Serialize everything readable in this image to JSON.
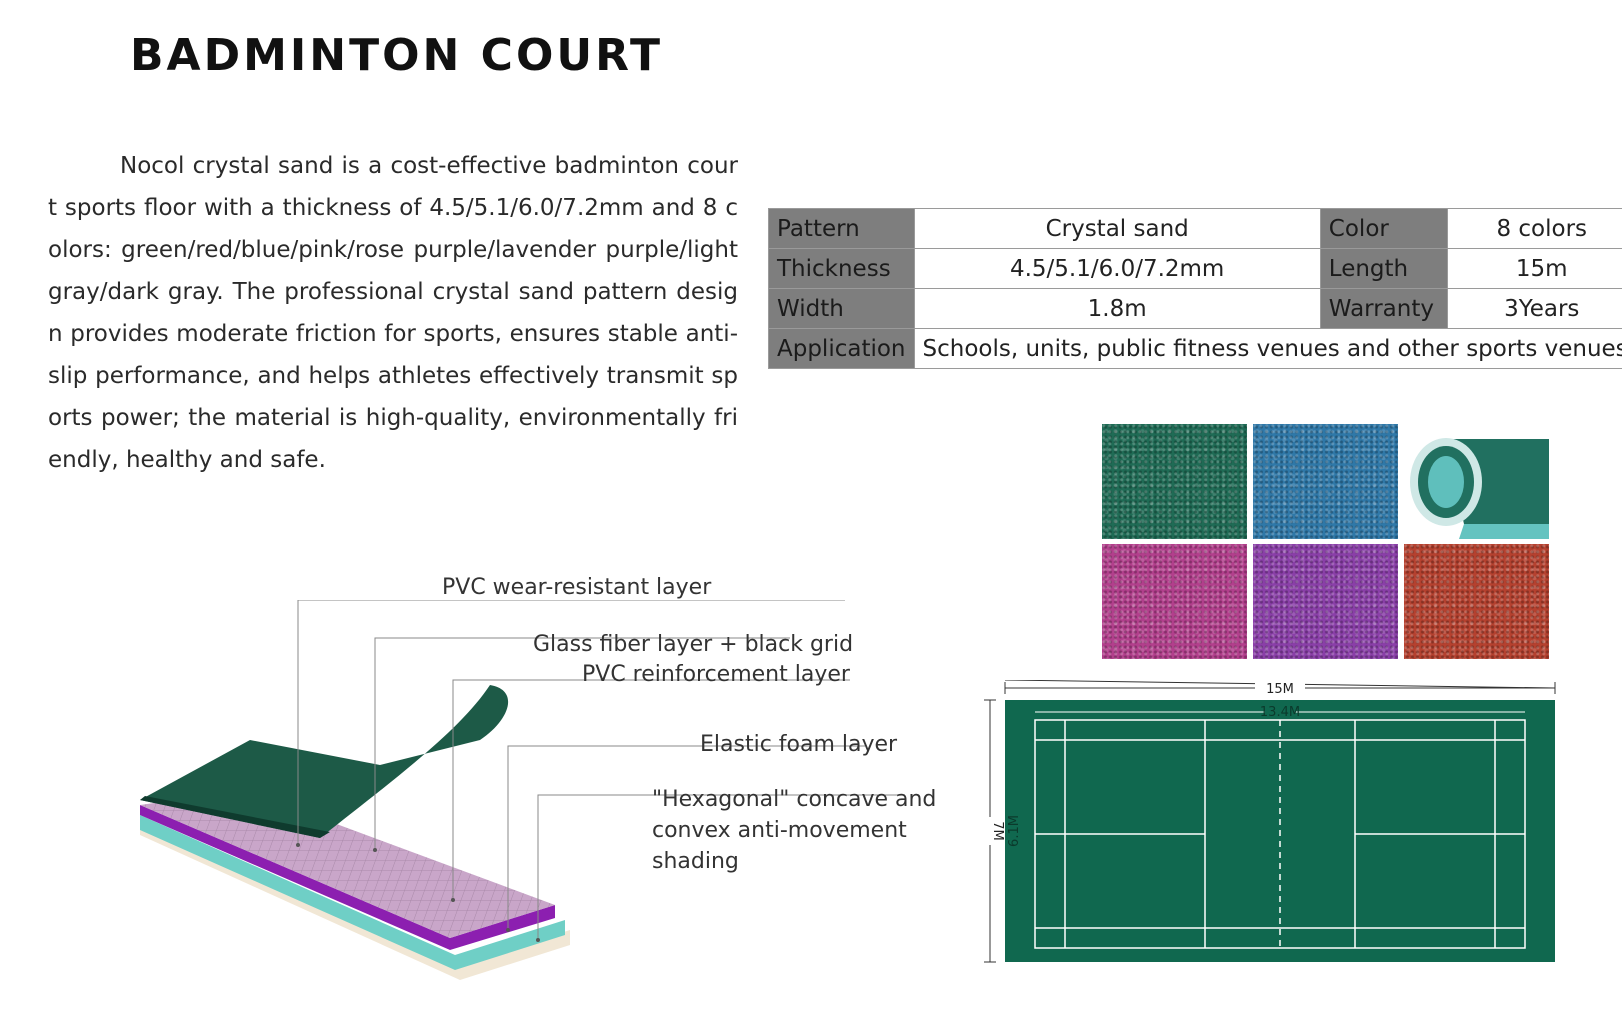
{
  "title": "BADMINTON COURT",
  "description": "Nocol crystal sand is a cost-effective badminton court sports floor with a thickness of 4.5/5.1/6.0/7.2mm and 8 colors: green/red/blue/pink/rose purple/lavender purple/light gray/dark gray. The professional crystal sand pattern design provides moderate friction for sports, ensures stable anti-slip performance, and helps athletes effectively transmit sports power; the material is high-quality, environmentally friendly, healthy and safe.",
  "spec_table": {
    "pattern_label": "Pattern",
    "pattern_value": "Crystal sand",
    "color_label": "Color",
    "color_value": "8 colors",
    "thickness_label": "Thickness",
    "thickness_value": "4.5/5.1/6.0/7.2mm",
    "length_label": "Length",
    "length_value": "15m",
    "width_label": "Width",
    "width_value": "1.8m",
    "warranty_label": "Warranty",
    "warranty_value": "3Years",
    "application_label": "Application",
    "application_value": "Schools, units, public fitness venues and other sports venues"
  },
  "swatches": [
    {
      "name": "green",
      "color": "#1f6b55"
    },
    {
      "name": "blue",
      "color": "#2f78a8"
    },
    {
      "name": "roll",
      "color": "#217060"
    },
    {
      "name": "pink",
      "color": "#b23f8c"
    },
    {
      "name": "purple",
      "color": "#8a3fa8"
    },
    {
      "name": "red",
      "color": "#b5412f"
    }
  ],
  "layers": {
    "layer1": "PVC wear-resistant layer",
    "layer2": "Glass fiber layer + black grid",
    "layer3": "PVC reinforcement layer",
    "layer4": "Elastic foam layer",
    "layer5": "\"Hexagonal\" concave and convex anti-movement shading"
  },
  "court": {
    "overall_length": "15M",
    "inner_length": "13.4M",
    "overall_width": "7M",
    "inner_width": "6.1M",
    "surface_color": "#10684f",
    "line_color": "#ffffff"
  }
}
